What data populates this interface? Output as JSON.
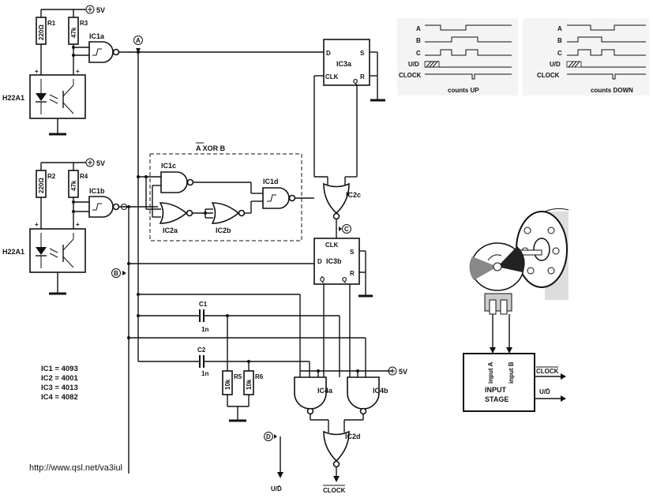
{
  "supply": {
    "label": "5V"
  },
  "resistors": {
    "r1": "R1",
    "r1_value": "220Ω",
    "r3": "R3",
    "r3_value": "47k",
    "r2": "R2",
    "r2_value": "220Ω",
    "r4": "R4",
    "r4_value": "47k",
    "r5": "R5",
    "r5_value": "10k",
    "r6": "R6",
    "r6_value": "10k"
  },
  "capacitors": {
    "c1": "C1",
    "c1_value": "1n",
    "c2": "C2",
    "c2_value": "1n"
  },
  "sensors": {
    "top": "H22A1",
    "bottom": "H22A1"
  },
  "gates": {
    "ic1a": "IC1a",
    "ic1b": "IC1b",
    "ic1c": "IC1c",
    "ic1d": "IC1d",
    "ic2a": "IC2a",
    "ic2b": "IC2b",
    "ic2c": "IC2c",
    "ic2d": "IC2d",
    "ic4a": "IC4a",
    "ic4b": "IC4b"
  },
  "flipflops": {
    "ic3a": "IC3a",
    "ic3b": "IC3b",
    "d": "D",
    "s": "S",
    "r": "R",
    "clk": "CLK",
    "q": "Q",
    "qbar": "Q̄"
  },
  "xor_label": "A XOR B",
  "nodes": {
    "a": "A",
    "b": "B",
    "c": "C",
    "d": "D"
  },
  "outputs": {
    "ud": "U/D̄",
    "clock": "CLOCK"
  },
  "ic_table": [
    "IC1 = 4093",
    "IC2 = 4001",
    "IC3 = 4013",
    "IC4 = 4082"
  ],
  "url": "http://www.qsl.net/va3iul",
  "timing": {
    "up": {
      "caption": "counts UP",
      "rows": [
        "A",
        "B",
        "C",
        "U/D",
        "CLOCK"
      ]
    },
    "down": {
      "caption": "counts DOWN",
      "rows": [
        "A",
        "B",
        "C",
        "U/D",
        "CLOCK"
      ]
    }
  },
  "input_stage": {
    "title_line1": "INPUT",
    "title_line2": "STAGE",
    "input_a": "input A",
    "input_b": "input B",
    "out_clock": "CLOCK",
    "out_ud": "U/D̄"
  }
}
